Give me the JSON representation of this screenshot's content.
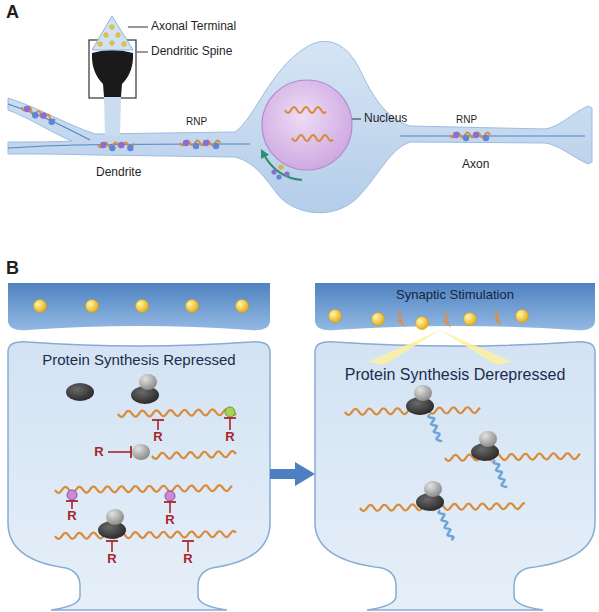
{
  "diagram": {
    "nodes": [
      {
        "text": [
          "Synaptic Stimulation"
        ]
      },
      {
        "text": [
          "Protein Synthesis Repressed"
        ]
      },
      {
        "text": [
          "Protein Synthesis Derepressed"
        ]
      }
    ],
    "edges": [
      {
        "from": 1,
        "to": 2,
        "arrow": "to"
      }
    ],
    "labels": [
      "A",
      "Axonal Terminal",
      "Dendritic Spine",
      "Nucleus",
      "RNP",
      "RNP",
      "Dendrite",
      "Axon",
      "B",
      "R",
      "R",
      "R",
      "R",
      "R",
      "R",
      "R"
    ]
  }
}
